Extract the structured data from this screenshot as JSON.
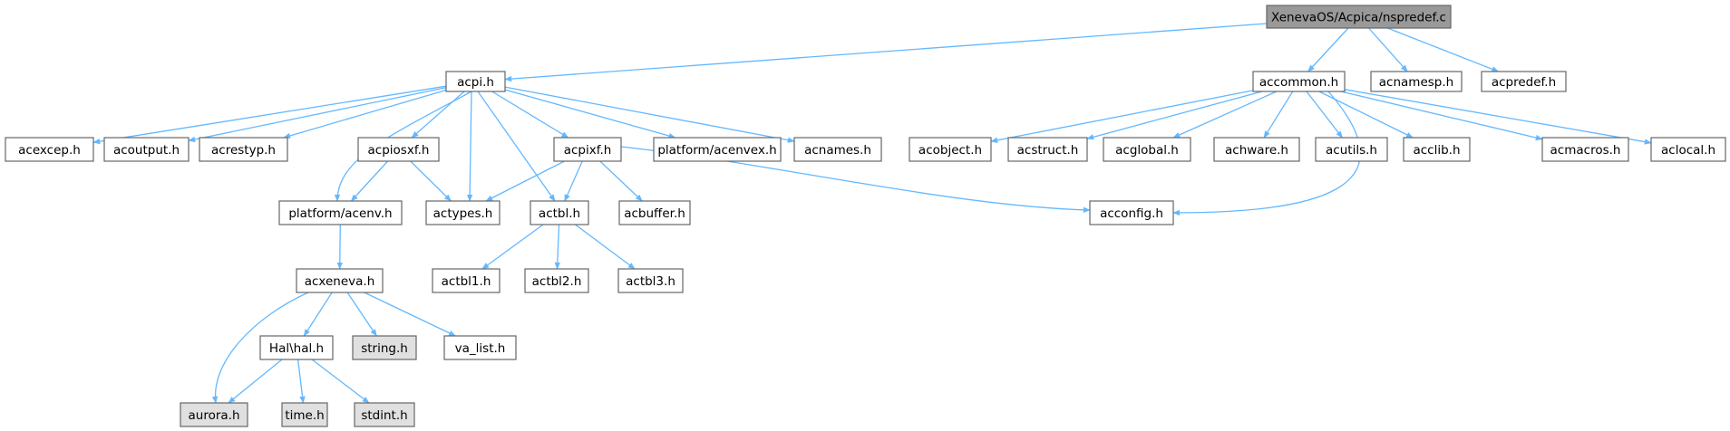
{
  "nodes": [
    {
      "id": "root",
      "label": "XenevaOS/Acpica/nspredef.c",
      "style": "root"
    },
    {
      "id": "acpi",
      "label": "acpi.h",
      "style": "normal"
    },
    {
      "id": "accommon",
      "label": "accommon.h",
      "style": "normal"
    },
    {
      "id": "acnamesp",
      "label": "acnamesp.h",
      "style": "normal"
    },
    {
      "id": "acpredef",
      "label": "acpredef.h",
      "style": "normal"
    },
    {
      "id": "acexcep",
      "label": "acexcep.h",
      "style": "normal"
    },
    {
      "id": "acoutput",
      "label": "acoutput.h",
      "style": "normal"
    },
    {
      "id": "acrestyp",
      "label": "acrestyp.h",
      "style": "normal"
    },
    {
      "id": "acpiosxf",
      "label": "acpiosxf.h",
      "style": "normal"
    },
    {
      "id": "acpixf",
      "label": "acpixf.h",
      "style": "normal"
    },
    {
      "id": "acenvex",
      "label": "platform/acenvex.h",
      "style": "normal"
    },
    {
      "id": "acnames",
      "label": "acnames.h",
      "style": "normal"
    },
    {
      "id": "acobject",
      "label": "acobject.h",
      "style": "normal"
    },
    {
      "id": "acstruct",
      "label": "acstruct.h",
      "style": "normal"
    },
    {
      "id": "acglobal",
      "label": "acglobal.h",
      "style": "normal"
    },
    {
      "id": "achware",
      "label": "achware.h",
      "style": "normal"
    },
    {
      "id": "acutils",
      "label": "acutils.h",
      "style": "normal"
    },
    {
      "id": "acclib",
      "label": "acclib.h",
      "style": "normal"
    },
    {
      "id": "acmacros",
      "label": "acmacros.h",
      "style": "normal"
    },
    {
      "id": "aclocal",
      "label": "aclocal.h",
      "style": "normal"
    },
    {
      "id": "acenv",
      "label": "platform/acenv.h",
      "style": "normal"
    },
    {
      "id": "actypes",
      "label": "actypes.h",
      "style": "normal"
    },
    {
      "id": "actbl",
      "label": "actbl.h",
      "style": "normal"
    },
    {
      "id": "acbuffer",
      "label": "acbuffer.h",
      "style": "normal"
    },
    {
      "id": "acconfig",
      "label": "acconfig.h",
      "style": "normal"
    },
    {
      "id": "acxeneva",
      "label": "acxeneva.h",
      "style": "normal"
    },
    {
      "id": "actbl1",
      "label": "actbl1.h",
      "style": "normal"
    },
    {
      "id": "actbl2",
      "label": "actbl2.h",
      "style": "normal"
    },
    {
      "id": "actbl3",
      "label": "actbl3.h",
      "style": "normal"
    },
    {
      "id": "halh",
      "label": "Hal\\hal.h",
      "style": "normal"
    },
    {
      "id": "string",
      "label": "string.h",
      "style": "external"
    },
    {
      "id": "valist",
      "label": "va_list.h",
      "style": "normal"
    },
    {
      "id": "aurora",
      "label": "aurora.h",
      "style": "external"
    },
    {
      "id": "time",
      "label": "time.h",
      "style": "external"
    },
    {
      "id": "stdint",
      "label": "stdint.h",
      "style": "external"
    }
  ],
  "edges": [
    [
      "root",
      "acpi"
    ],
    [
      "root",
      "accommon"
    ],
    [
      "root",
      "acnamesp"
    ],
    [
      "root",
      "acpredef"
    ],
    [
      "acpi",
      "acexcep"
    ],
    [
      "acpi",
      "acoutput"
    ],
    [
      "acpi",
      "acrestyp"
    ],
    [
      "acpi",
      "acpiosxf"
    ],
    [
      "acpi",
      "acpixf"
    ],
    [
      "acpi",
      "acenvex"
    ],
    [
      "acpi",
      "acnames"
    ],
    [
      "acpi",
      "acenv"
    ],
    [
      "acpi",
      "actypes"
    ],
    [
      "acpi",
      "actbl"
    ],
    [
      "acpiosxf",
      "acenv"
    ],
    [
      "acpiosxf",
      "actypes"
    ],
    [
      "acpixf",
      "actypes"
    ],
    [
      "acpixf",
      "actbl"
    ],
    [
      "acpixf",
      "acbuffer"
    ],
    [
      "acpixf",
      "acconfig"
    ],
    [
      "accommon",
      "acobject"
    ],
    [
      "accommon",
      "acstruct"
    ],
    [
      "accommon",
      "acglobal"
    ],
    [
      "accommon",
      "achware"
    ],
    [
      "accommon",
      "acutils"
    ],
    [
      "accommon",
      "acclib"
    ],
    [
      "accommon",
      "acmacros"
    ],
    [
      "accommon",
      "aclocal"
    ],
    [
      "accommon",
      "acconfig"
    ],
    [
      "acenv",
      "acxeneva"
    ],
    [
      "actbl",
      "actbl1"
    ],
    [
      "actbl",
      "actbl2"
    ],
    [
      "actbl",
      "actbl3"
    ],
    [
      "acxeneva",
      "aurora"
    ],
    [
      "acxeneva",
      "halh"
    ],
    [
      "acxeneva",
      "string"
    ],
    [
      "acxeneva",
      "valist"
    ],
    [
      "halh",
      "aurora"
    ],
    [
      "halh",
      "time"
    ],
    [
      "halh",
      "stdint"
    ]
  ],
  "colors": {
    "edge": "#63b8ff",
    "node_border": "#666666",
    "node_fill": "#ffffff",
    "root_fill": "#999999",
    "external_fill": "#e0e0e0"
  }
}
